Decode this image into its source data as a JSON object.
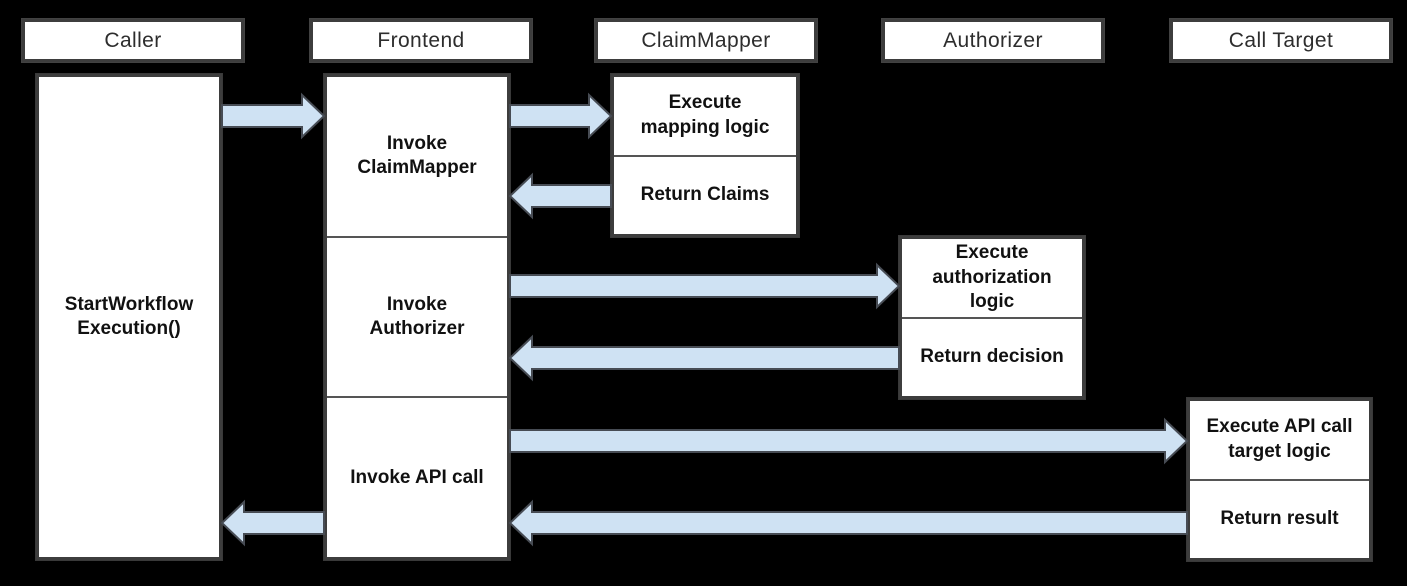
{
  "participants": [
    {
      "label": "Caller"
    },
    {
      "label": "Frontend"
    },
    {
      "label": "ClaimMapper"
    },
    {
      "label": "Authorizer"
    },
    {
      "label": "Call Target"
    }
  ],
  "activations": {
    "caller": [
      "StartWorkflow\nExecution()"
    ],
    "frontend": [
      "Invoke\nClaimMapper",
      "Invoke\nAuthorizer",
      "Invoke API call"
    ],
    "claimmapper": [
      "Execute\nmapping logic",
      "Return Claims"
    ],
    "authorizer": [
      "Execute\nauthorization\nlogic",
      "Return decision"
    ],
    "call_target": [
      "Execute API call\ntarget logic",
      "Return result"
    ]
  },
  "flows": [
    {
      "from": "Caller",
      "to": "Frontend",
      "direction": "right"
    },
    {
      "from": "Frontend",
      "to": "ClaimMapper",
      "direction": "right"
    },
    {
      "from": "ClaimMapper",
      "to": "Frontend",
      "direction": "left"
    },
    {
      "from": "Frontend",
      "to": "Authorizer",
      "direction": "right"
    },
    {
      "from": "Authorizer",
      "to": "Frontend",
      "direction": "left"
    },
    {
      "from": "Frontend",
      "to": "Call Target",
      "direction": "right"
    },
    {
      "from": "Call Target",
      "to": "Frontend",
      "direction": "left"
    },
    {
      "from": "Frontend",
      "to": "Caller",
      "direction": "left"
    }
  ],
  "colors": {
    "background": "#000000",
    "box_fill": "#ffffff",
    "box_border": "#3d3d3d",
    "divider": "#555555",
    "arrow_fill": "#cfe2f3",
    "arrow_border": "#474c54",
    "header_text": "#2d2d2d",
    "step_text": "#111111"
  }
}
